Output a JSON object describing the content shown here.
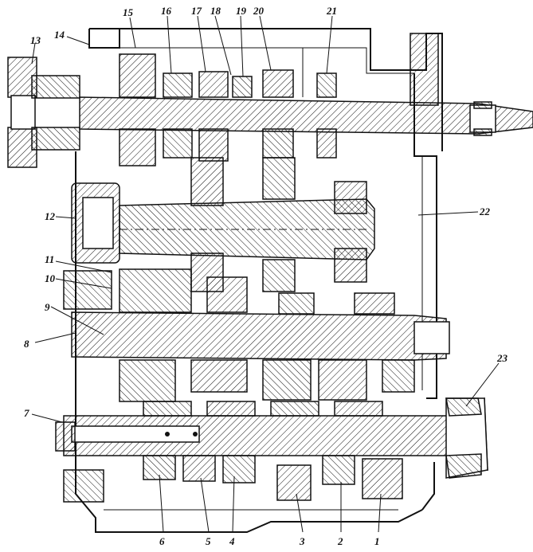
{
  "drawing": {
    "labels": [
      "1",
      "2",
      "3",
      "4",
      "5",
      "6",
      "7",
      "8",
      "9",
      "10",
      "11",
      "12",
      "13",
      "14",
      "15",
      "16",
      "17",
      "18",
      "19",
      "20",
      "21",
      "22",
      "23"
    ]
  }
}
